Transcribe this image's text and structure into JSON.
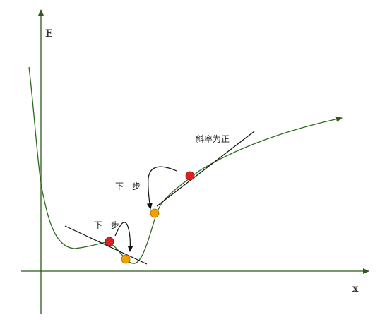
{
  "axes": {
    "y_label": "E",
    "x_label": "x"
  },
  "annotations": {
    "slope_positive": "斜率为正",
    "next_step_upper": "下一步",
    "next_step_lower": "下一步"
  },
  "colors": {
    "axis": "#2d5a1b",
    "curve": "#2d6a1e",
    "tangent": "#111111",
    "current_point": "#e02020",
    "next_point": "#f0a000",
    "arrow": "#111111"
  }
}
